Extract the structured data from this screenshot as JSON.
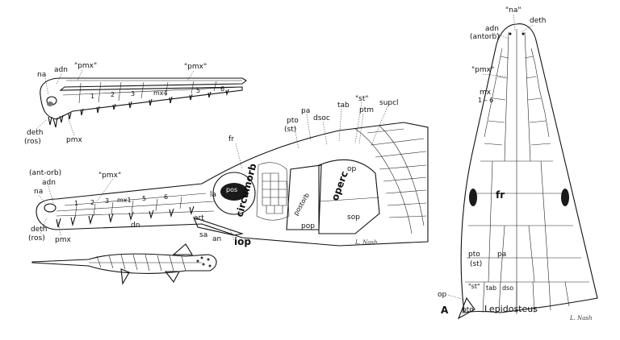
{
  "top_skull": {
    "labels": {
      "na": "na",
      "adn": "adn",
      "pmx1": "\"pmx\"",
      "pmx2": "\"pmx\"",
      "n1": "1",
      "n2": "2",
      "n3": "3",
      "mx4": "mx4",
      "n5": "5",
      "n6": "6",
      "deth": "deth",
      "ros": "(ros)",
      "pmx": "pmx"
    }
  },
  "lateral_skull": {
    "labels": {
      "fr": "fr",
      "pto": "pto",
      "st": "(st)",
      "pa": "pa",
      "dsoc": "dsoc",
      "tab": "tab",
      "st_q": "\"st\"",
      "ptm": "ptm",
      "supcl": "supcl",
      "op": "op",
      "operc": "operc",
      "sop": "sop",
      "pop": "pop",
      "postorb": "postorb",
      "circumorb": "circumorb",
      "pos": "pos",
      "la": "la",
      "ant_orb": "(ant-orb)",
      "adn": "adn",
      "na": "na",
      "pmx_q": "\"pmx\"",
      "n1": "1",
      "n2": "2",
      "n3": "3",
      "mx1": "mx1",
      "n5": "5",
      "n6": "6",
      "dn": "dn",
      "art": "art",
      "sa": "sa",
      "an": "an",
      "iop": "iop",
      "deth": "deth",
      "ros": "(ros)",
      "pmx": "pmx",
      "signature": "L. Nash"
    }
  },
  "dorsal_skull": {
    "labels": {
      "na": "\"na\"",
      "deth": "deth",
      "adn": "adn",
      "antorb": "(antorb)",
      "pmx": "\"pmx\"",
      "mx": "mx",
      "mx_range": "1 – 6",
      "fr": "fr",
      "pto": "pto",
      "st": "(st)",
      "pa": "pa",
      "op": "op",
      "st_q": "\"st\"",
      "tab": "tab",
      "dso": "dso",
      "pto2": "pto",
      "figure_letter": "A",
      "genus": "Lepidosteus",
      "signature": "L. Nash"
    }
  },
  "colors": {
    "ink": "#111111",
    "paper": "#ffffff",
    "dark_fill": "#1a1a1a"
  }
}
